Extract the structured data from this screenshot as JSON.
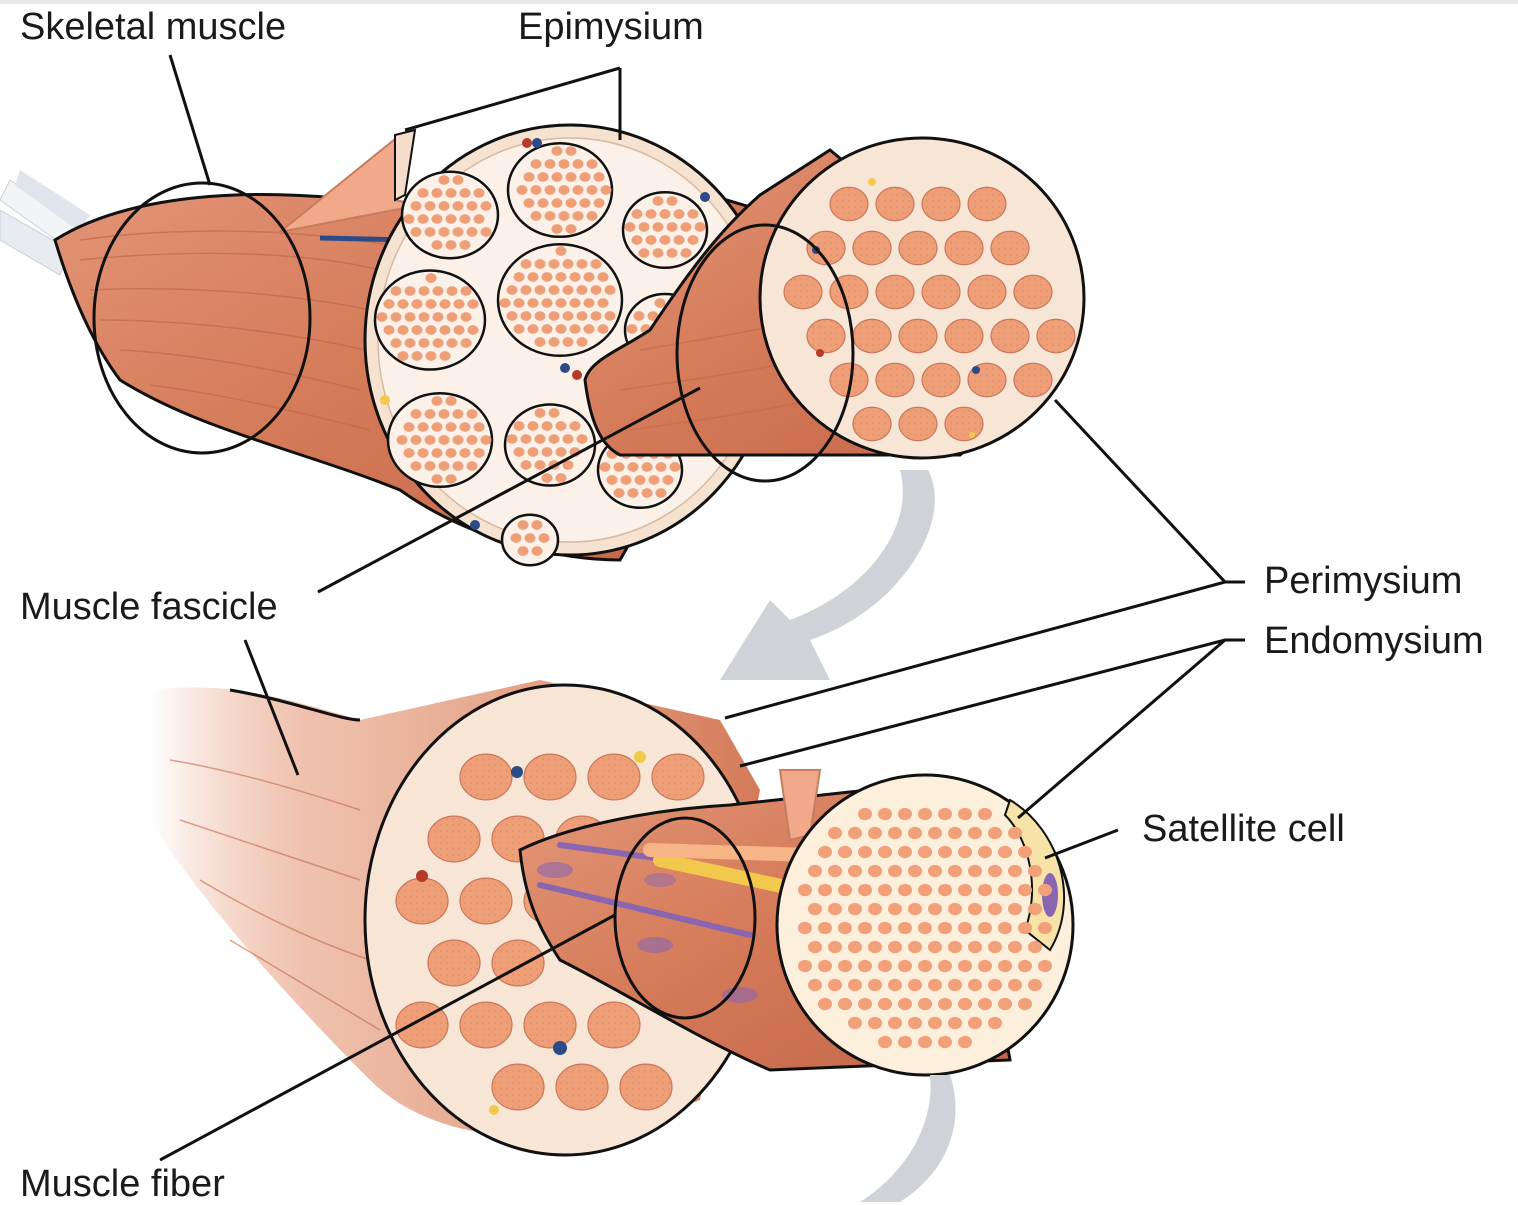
{
  "labels": {
    "skeletal_muscle": "Skeletal muscle",
    "epimysium": "Epimysium",
    "muscle_fascicle": "Muscle fascicle",
    "perimysium": "Perimysium",
    "endomysium": "Endomysium",
    "satellite_cell": "Satellite cell",
    "muscle_fiber": "Muscle fiber"
  },
  "colors": {
    "muscle": "#d9805f",
    "muscle_dark": "#b85f44",
    "fiber": "#ef9f78",
    "connective": "#f6e2d0",
    "tendon": "#e8ecf0",
    "vessel_blue": "#2c4a86",
    "vessel_red": "#b53a2a",
    "nerve_yellow": "#f2c94c",
    "nuclei_purple": "#8a66b0",
    "arrow_gray": "#cfd2d6",
    "line": "#111111"
  }
}
